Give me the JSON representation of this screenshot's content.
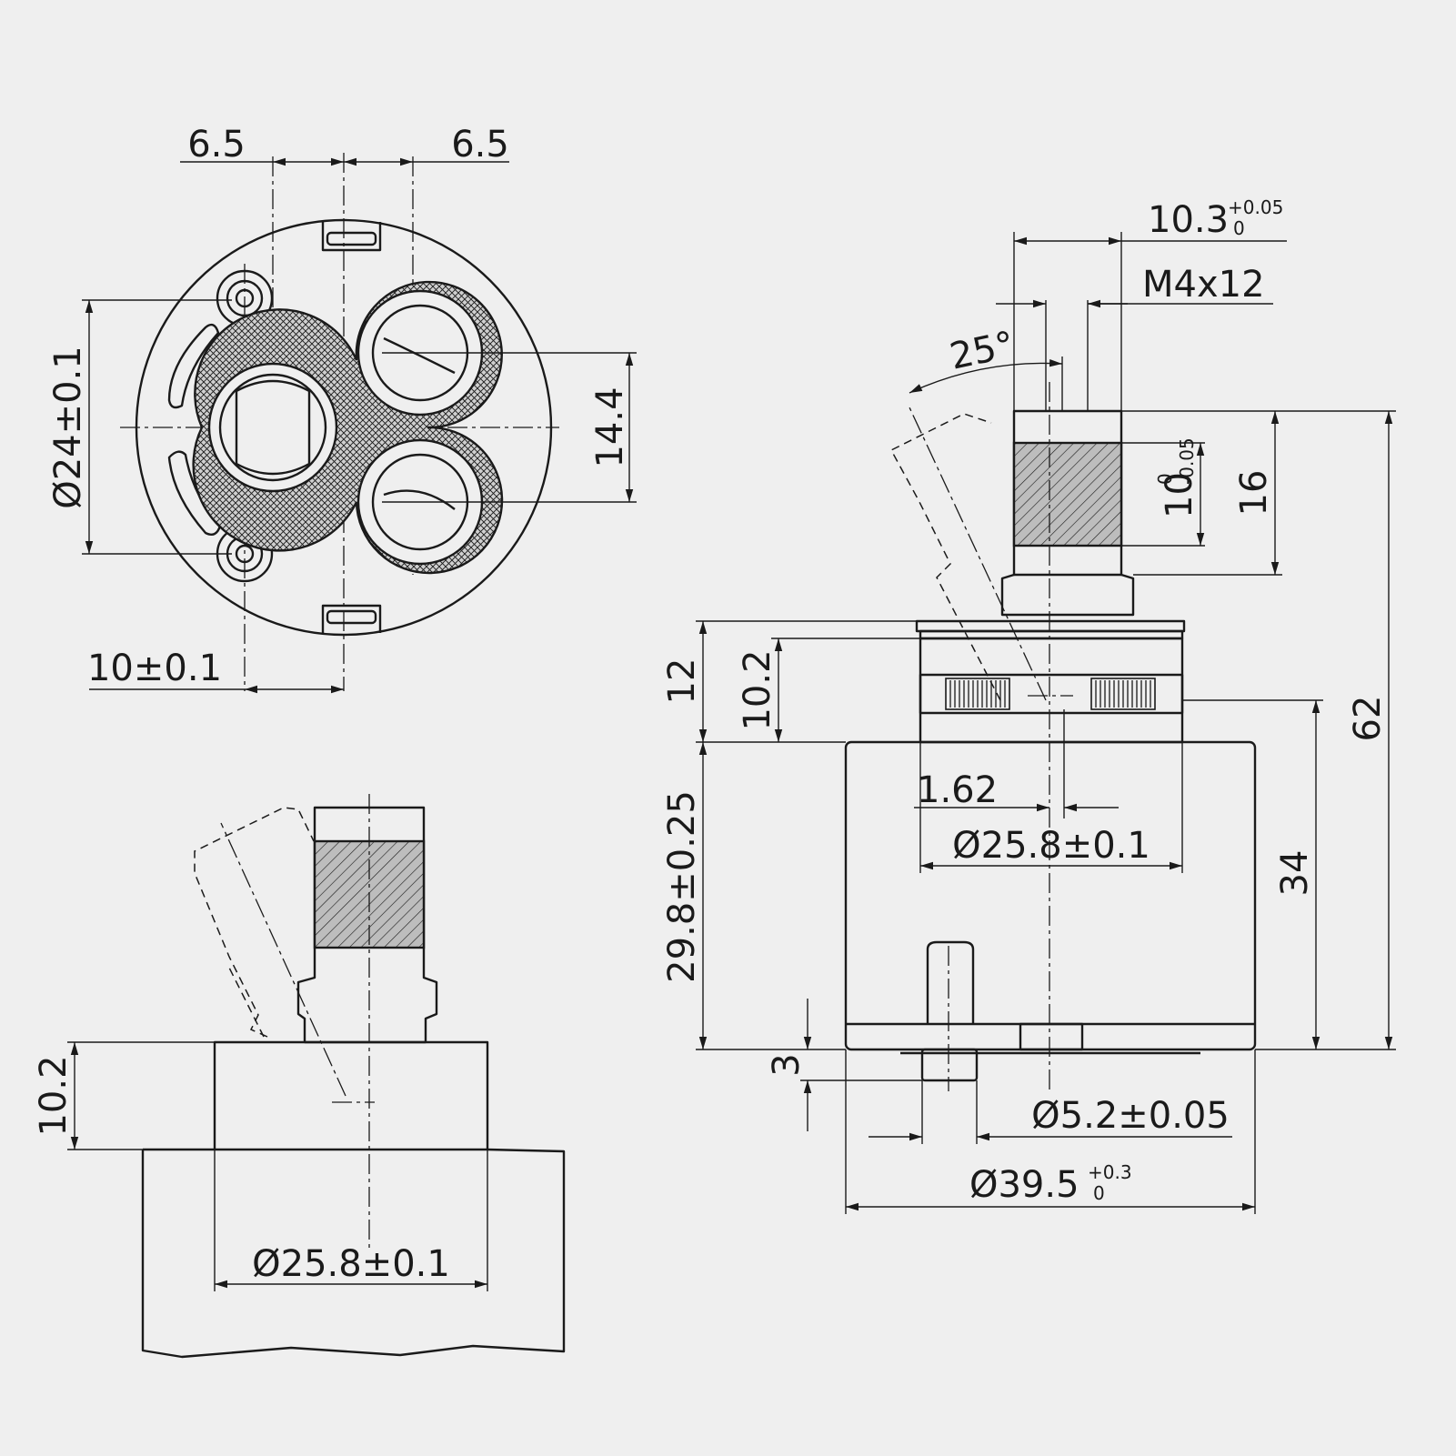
{
  "colors": {
    "background": "#efefef",
    "ink": "#1a1a1a"
  },
  "top_view": {
    "dim_left_spacing": "6.5",
    "dim_right_spacing": "6.5",
    "dim_mount_diameter": "Ø24±0.1",
    "dim_port_spacing": "14.4",
    "dim_offset": "10±0.1"
  },
  "front_view": {
    "dim_stem_width": "10.3",
    "dim_stem_width_tol_upper": "+0.05",
    "dim_stem_width_tol_lower": "0",
    "dim_thread": "M4x12",
    "dim_angle": "25°",
    "dim_flat_main": "10",
    "dim_flat_tol_upper": "0",
    "dim_flat_tol_lower": "-0.05",
    "dim_stem_height": "16",
    "dim_total_height": "62",
    "dim_collar_height": "12",
    "dim_collar_upper": "10.2",
    "dim_offset_small": "1.62",
    "dim_collar_diameter": "Ø25.8±0.1",
    "dim_body_height_tol": "29.8±0.25",
    "dim_body_height": "34",
    "dim_pin_height": "3",
    "dim_pin_diameter": "Ø5.2±0.05",
    "dim_body_diameter_main": "Ø39.5",
    "dim_body_diameter_tol_upper": "+0.3",
    "dim_body_diameter_tol_lower": "0"
  },
  "side_view": {
    "dim_collar_height": "10.2",
    "dim_collar_diameter": "Ø25.8±0.1"
  }
}
